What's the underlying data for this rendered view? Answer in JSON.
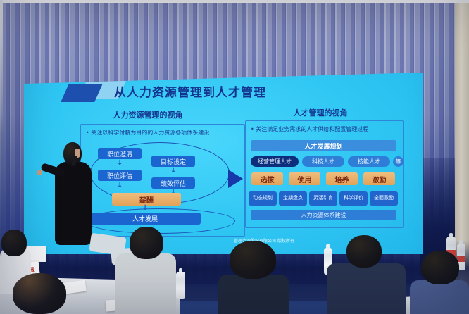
{
  "slide": {
    "title": "从人力资源管理到人才管理",
    "left": {
      "header": "人力资源管理的视角",
      "bullet": "• 关注以科学付薪为目的的人力资源各项体系建设",
      "box_job_clarify": "职位澄清",
      "box_job_eval": "职位评估",
      "box_goal_set": "目标设定",
      "box_perf_eval": "绩效评估",
      "box_pay": "薪酬",
      "box_talent_dev": "人才发展"
    },
    "right": {
      "header": "人才管理的视角",
      "bullet": "• 关注满足业务需求的人才供给和配置管理过程",
      "plan_bar": "人才发展规划",
      "pills": [
        "经营管理人才",
        "科技人才",
        "技能人才",
        "等"
      ],
      "process": [
        "选拔",
        "使用",
        "培养",
        "激励"
      ],
      "mechanisms": [
        "动态规划",
        "定期盘点",
        "灵活引育",
        "科学评价",
        "全面激励"
      ],
      "bottom_bar": "人力资源体系建设"
    },
    "footer": "管理咨询股份有限公司 版权所有"
  },
  "room": {
    "name_card": "陈育超"
  },
  "colors": {
    "screen_cyan": "#2ec4f2",
    "box_blue": "#1a65cf",
    "pill_navy": "#0c2e7c",
    "process_orange": "#e7ae6a",
    "title_navy": "#14338e"
  }
}
